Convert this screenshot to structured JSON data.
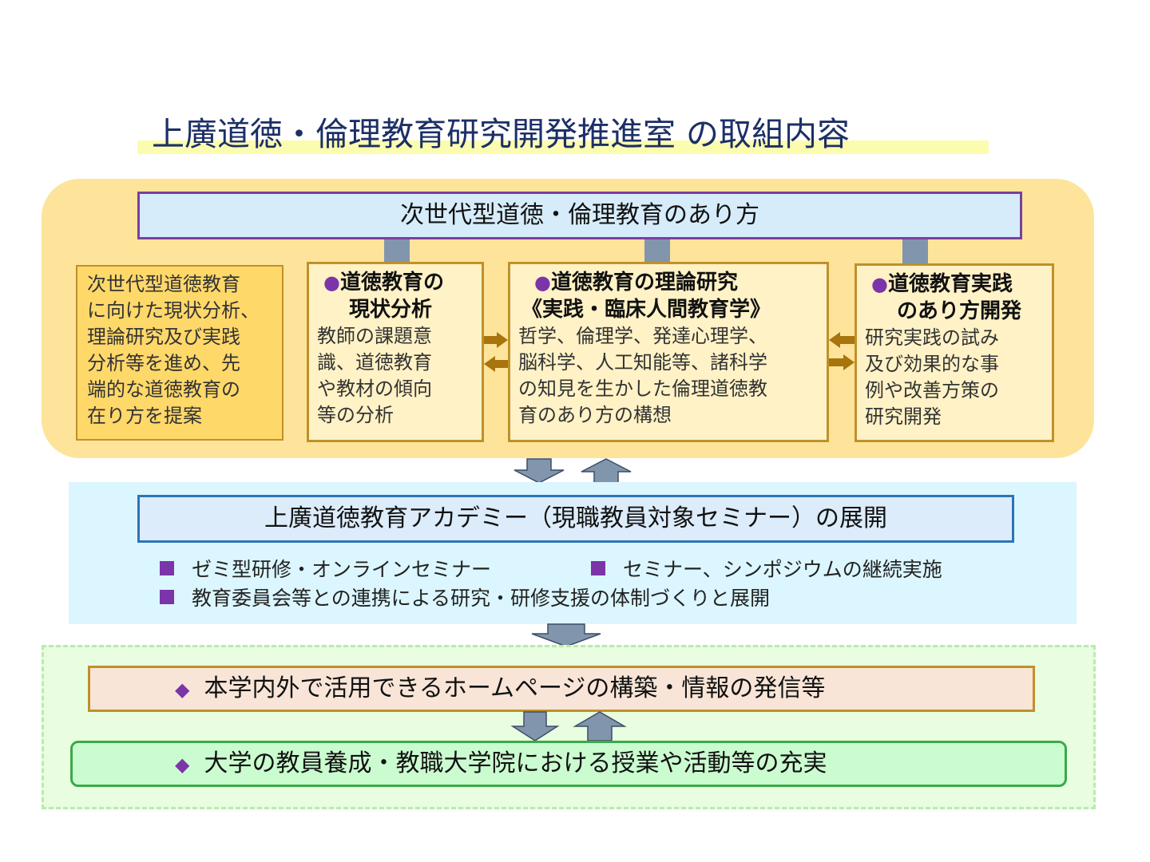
{
  "title": "上廣道徳・倫理教育研究開発推進室 の取組内容",
  "main_header": "次世代型道徳・倫理教育のあり方",
  "summary": {
    "lines": [
      "次世代型道徳教育",
      "に向けた現状分析、",
      "理論研究及び実践",
      "分析等を進め、先",
      "端的な道徳教育の",
      "在り方を提案"
    ]
  },
  "panels": [
    {
      "title_lines": [
        "道徳教育の",
        "現状分析"
      ],
      "body_lines": [
        "教師の課題意",
        "識、道徳教育",
        "や教材の傾向",
        "等の分析"
      ]
    },
    {
      "title_lines": [
        "道徳教育の理論研究",
        "《実践・臨床人間教育学》"
      ],
      "body_lines": [
        "哲学、倫理学、発達心理学、",
        "脳科学、人工知能等、諸科学",
        "の知見を生かした倫理道徳教",
        "育のあり方の構想"
      ]
    },
    {
      "title_lines": [
        "道徳教育実践",
        "のあり方開発"
      ],
      "body_lines": [
        "研究実践の試み",
        "及び効果的な事",
        "例や改善方策の",
        "研究開発"
      ]
    }
  ],
  "academy": {
    "title": "上廣道徳教育アカデミー（現職教員対象セミナー）の展開",
    "bullets": [
      "ゼミ型研修・オンラインセミナー",
      "セミナー、シンポジウムの継続実施",
      "教育委員会等との連携による研究・研修支援の体制づくりと展開"
    ]
  },
  "outcomes": {
    "homepage": "本学内外で活用できるホームページの構築・情報の発信等",
    "university": "大学の教員養成・教職大学院における授業や活動等の充実"
  },
  "colors": {
    "accent_purple": "#7b35a8",
    "title_navy": "#1c2f66",
    "arrow_brown": "#a8740e",
    "arrow_grey": "#8195ad"
  }
}
